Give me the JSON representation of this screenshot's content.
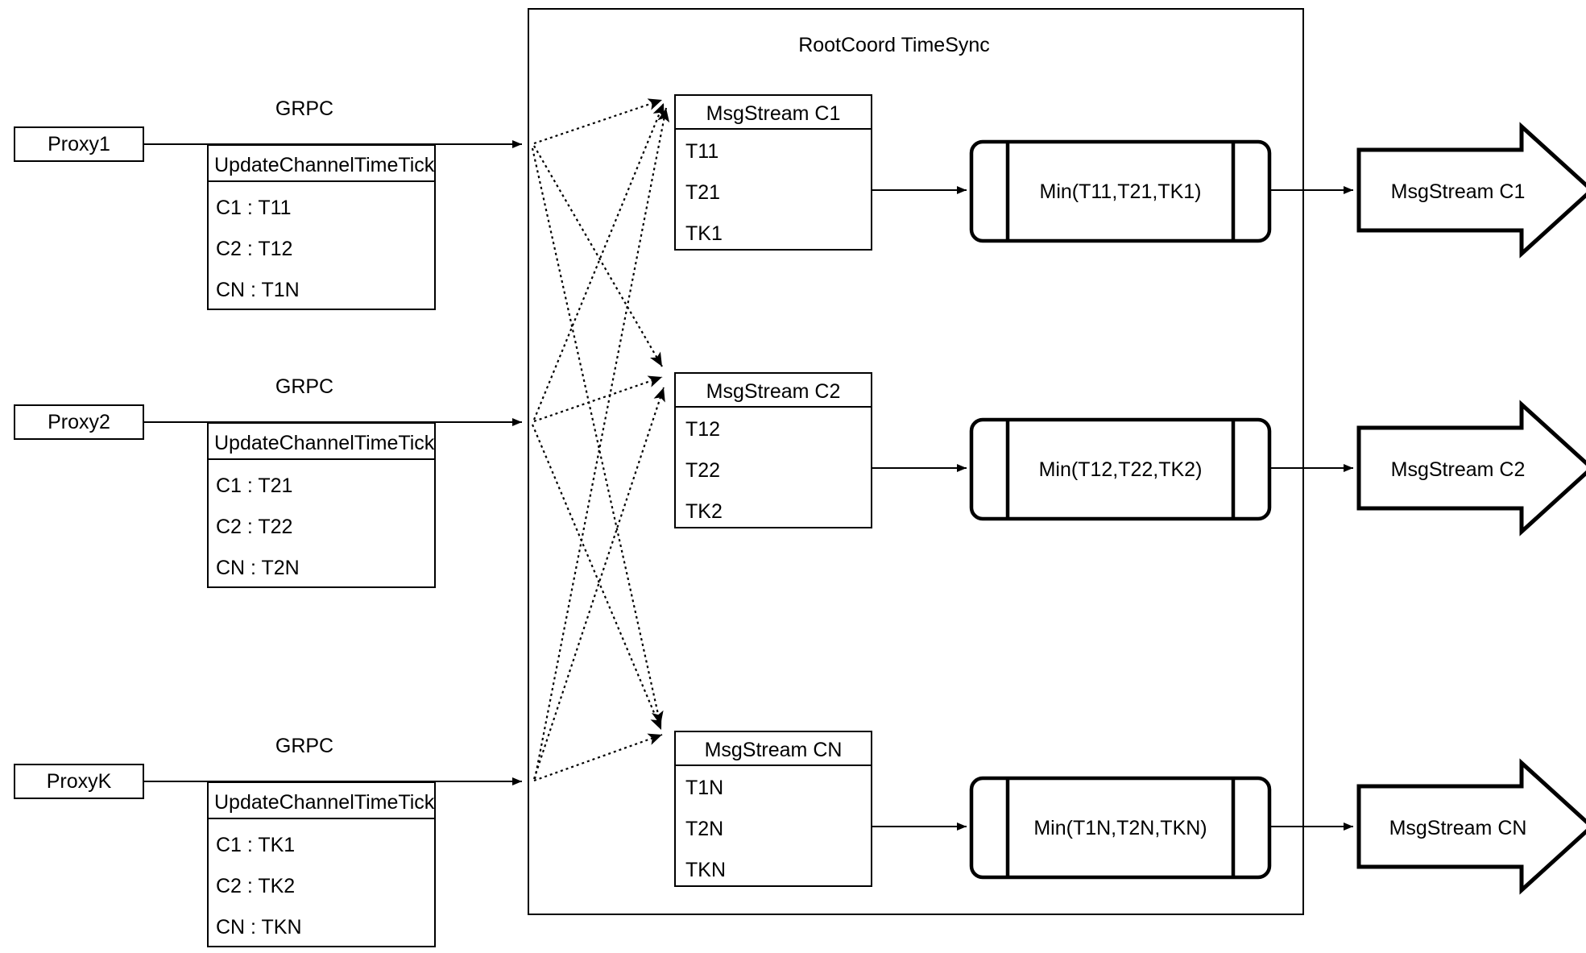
{
  "diagram": {
    "title": "RootCoord TimeSync",
    "container_label": "RootCoord TimeSync"
  },
  "proxies": [
    {
      "name": "Proxy1",
      "link_label": "GRPC",
      "request": {
        "header": "UpdateChannelTimeTick",
        "rows": [
          "C1 :  T11",
          "C2 :  T12",
          "CN : T1N"
        ]
      }
    },
    {
      "name": "Proxy2",
      "link_label": "GRPC",
      "request": {
        "header": "UpdateChannelTimeTick",
        "rows": [
          "C1 :  T21",
          "C2 :  T22",
          "CN : T2N"
        ]
      }
    },
    {
      "name": "ProxyK",
      "link_label": "GRPC",
      "request": {
        "header": "UpdateChannelTimeTick",
        "rows": [
          "C1 :  TK1",
          "C2 :  TK2",
          "CN : TKN"
        ]
      }
    }
  ],
  "channels": [
    {
      "msgstream_header": "MsgStream C1",
      "msgstream_rows": [
        "T11",
        "T21",
        "TK1"
      ],
      "min_label": "Min(T11,T21,TK1)",
      "output_label": "MsgStream C1"
    },
    {
      "msgstream_header": "MsgStream C2",
      "msgstream_rows": [
        "T12",
        "T22",
        "TK2"
      ],
      "min_label": "Min(T12,T22,TK2)",
      "output_label": "MsgStream C2"
    },
    {
      "msgstream_header": "MsgStream CN",
      "msgstream_rows": [
        "T1N",
        "T2N",
        "TKN"
      ],
      "min_label": "Min(T1N,T2N,TKN)",
      "output_label": "MsgStream CN"
    }
  ],
  "colors": {
    "stroke": "#000000",
    "background": "#ffffff"
  }
}
